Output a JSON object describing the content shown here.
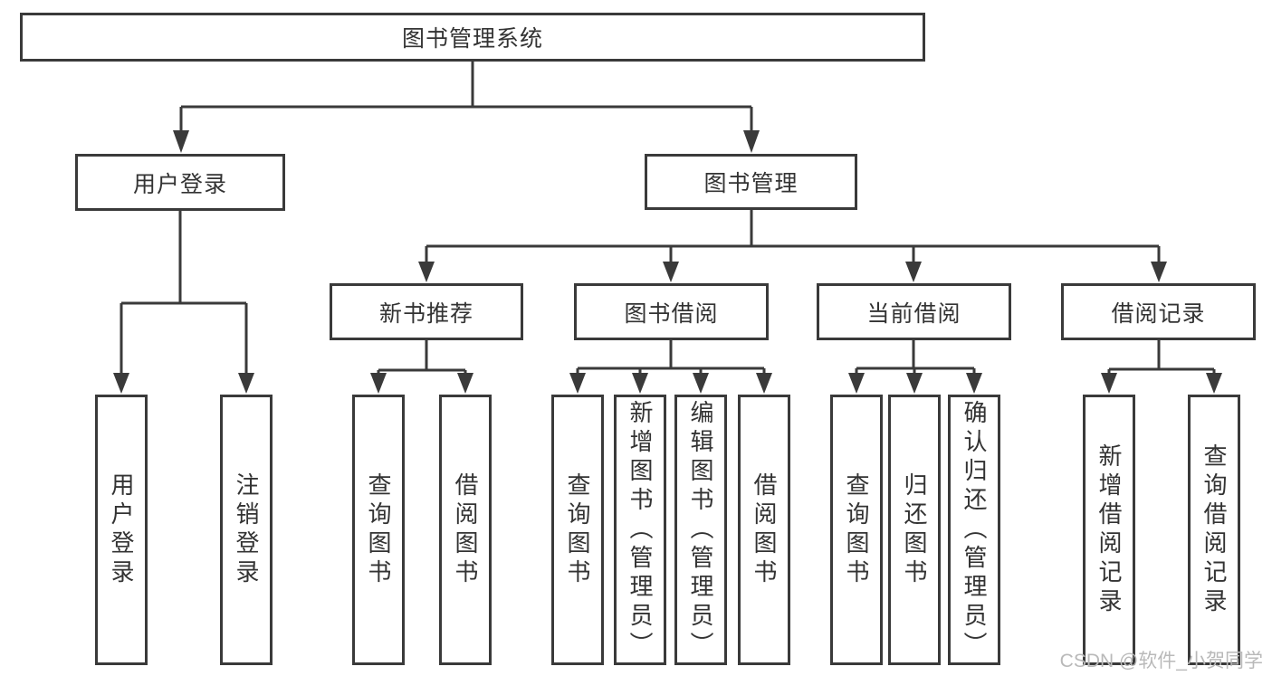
{
  "diagram": {
    "root": {
      "label": "图书管理系统"
    },
    "branches": [
      {
        "label": "用户登录",
        "children": [
          {
            "label": "用户登录"
          },
          {
            "label": "注销登录"
          }
        ]
      },
      {
        "label": "图书管理",
        "children": [
          {
            "label": "新书推荐",
            "children": [
              {
                "label": "查询图书"
              },
              {
                "label": "借阅图书"
              }
            ]
          },
          {
            "label": "图书借阅",
            "children": [
              {
                "label": "查询图书"
              },
              {
                "label": "新增图书（管理员）"
              },
              {
                "label": "编辑图书（管理员）"
              },
              {
                "label": "借阅图书"
              }
            ]
          },
          {
            "label": "当前借阅",
            "children": [
              {
                "label": "查询图书"
              },
              {
                "label": "归还图书"
              },
              {
                "label": "确认归还（管理员）"
              }
            ]
          },
          {
            "label": "借阅记录",
            "children": [
              {
                "label": "新增借阅记录"
              },
              {
                "label": "查询借阅记录"
              }
            ]
          }
        ]
      }
    ]
  },
  "line_color": "#3a3a3a",
  "watermark": {
    "text": "CSDN @软件_小贺同学"
  }
}
